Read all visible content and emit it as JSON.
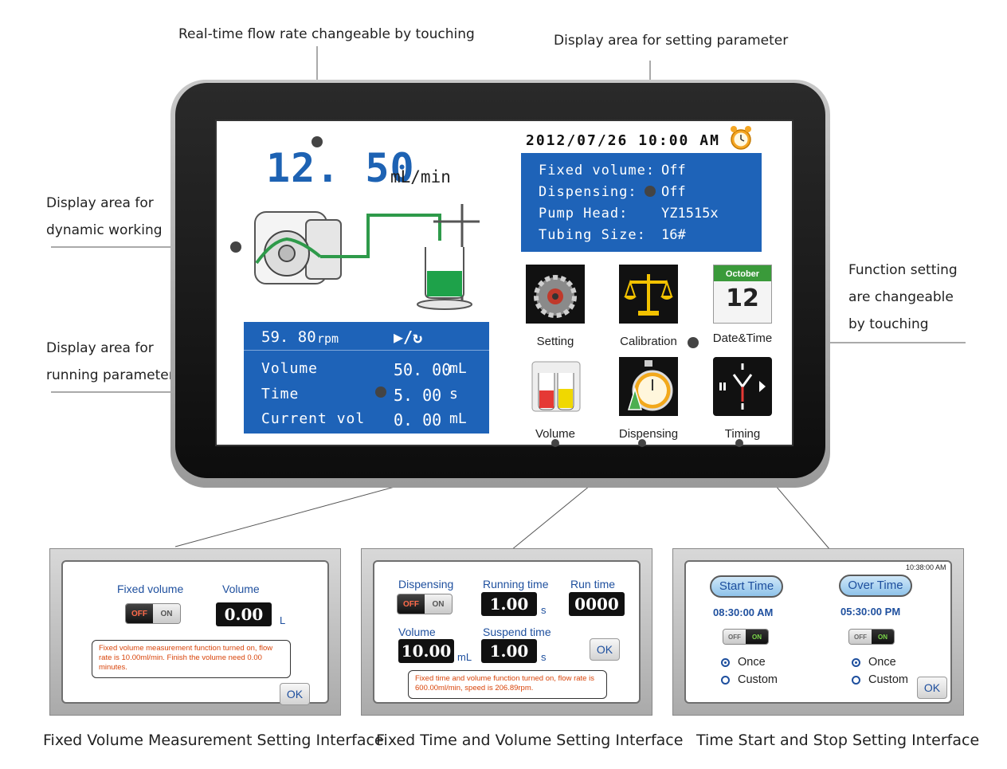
{
  "callouts": {
    "flow_rate": "Real-time flow rate changeable by touching",
    "setting_param": "Display area for setting parameter",
    "dynamic": [
      "Display area for",
      "dynamic working"
    ],
    "function": [
      "Function setting",
      "are changeable",
      "by touching"
    ],
    "running": [
      "Display area for",
      "running parameter"
    ]
  },
  "screen": {
    "flow_value": "12. 50",
    "flow_unit": "mL/min",
    "datetime": "2012/07/26 10:00 AM",
    "params": [
      {
        "label": "Fixed volume:",
        "value": "Off"
      },
      {
        "label": "Dispensing:",
        "value": "Off"
      },
      {
        "label": "Pump Head:",
        "value": "YZ1515x"
      },
      {
        "label": "Tubing Size:",
        "value": "16#"
      }
    ],
    "run": {
      "rpm_value": "59. 80",
      "rpm_unit": "rpm",
      "mode_icons": "▶/↻",
      "rows": [
        {
          "label": "Volume",
          "value": "50. 00",
          "unit": "mL"
        },
        {
          "label": "Time",
          "value": "5. 00",
          "unit": "s"
        },
        {
          "label": "Current vol",
          "value": "0. 00",
          "unit": "mL"
        }
      ]
    },
    "functions": [
      {
        "label": "Setting",
        "icon": "gear-icon"
      },
      {
        "label": "Calibration",
        "icon": "scale-icon"
      },
      {
        "label": "Date&Time",
        "icon": "calendar-icon",
        "month": "October",
        "day": "12"
      },
      {
        "label": "Volume",
        "icon": "flasks-icon"
      },
      {
        "label": "Dispensing",
        "icon": "stopwatch-icon"
      },
      {
        "label": "Timing",
        "icon": "timer-clock-icon"
      }
    ]
  },
  "panels": {
    "fixed_volume": {
      "caption": "Fixed Volume Measurement Setting Interface",
      "fixed_label": "Fixed volume",
      "volume_label": "Volume",
      "volume_value": "0.00",
      "volume_unit": "L",
      "off": "OFF",
      "on": "ON",
      "message": "Fixed volume measurement function turned on, flow rate is 10.00ml/min. Finish the volume need 0.00 minutes.",
      "ok": "OK"
    },
    "fixed_time": {
      "caption": "Fixed Time and Volume Setting Interface",
      "dispensing_label": "Dispensing",
      "running_label": "Running time",
      "running_value": "1.00",
      "running_unit": "s",
      "runtime_label": "Run time",
      "runtime_value": "0000",
      "volume_label": "Volume",
      "volume_value": "10.00",
      "volume_unit": "mL",
      "suspend_label": "Suspend time",
      "suspend_value": "1.00",
      "suspend_unit": "s",
      "off": "OFF",
      "on": "ON",
      "message": "Fixed time and volume function turned on, flow rate is 600.00ml/min, speed is 206.89rpm.",
      "ok": "OK"
    },
    "time_start": {
      "caption": "Time Start and Stop Setting Interface",
      "clock": "10:38:00 AM",
      "start_label": "Start Time",
      "start_value": "08:30:00 AM",
      "over_label": "Over Time",
      "over_value": "05:30:00 PM",
      "off": "OFF",
      "on": "ON",
      "once": "Once",
      "custom": "Custom",
      "ok": "OK"
    }
  },
  "colors": {
    "accent_blue": "#1e63b8",
    "green": "#2e9a4a",
    "message_orange": "#d8440a"
  }
}
